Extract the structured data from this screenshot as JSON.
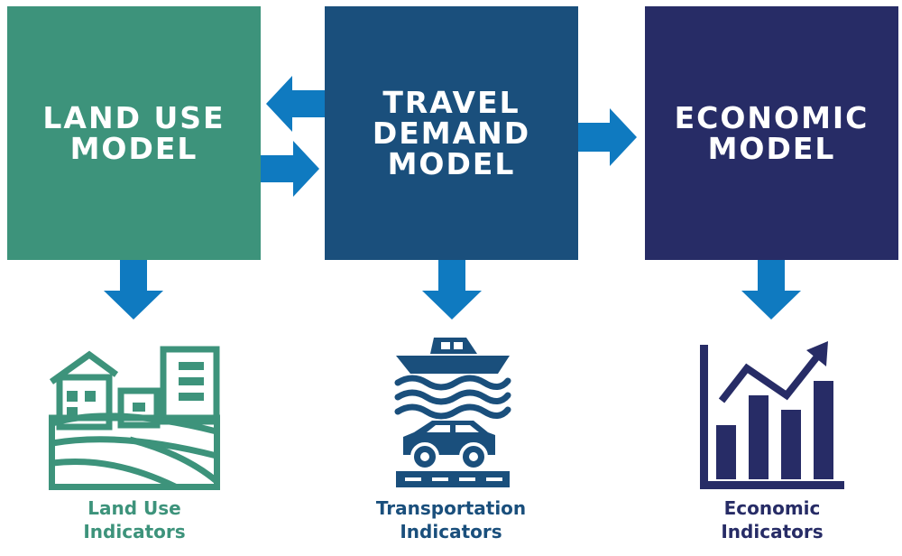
{
  "colors": {
    "land_use": "#3d937b",
    "travel": "#1a4f7c",
    "economic": "#272c66",
    "arrow": "#0f7ac0"
  },
  "boxes": {
    "land_use": {
      "line1": "LAND USE",
      "line2": "MODEL"
    },
    "travel": {
      "line1": "TRAVEL",
      "line2": "DEMAND",
      "line3": "MODEL"
    },
    "economic": {
      "line1": "ECONOMIC",
      "line2": "MODEL"
    }
  },
  "icons": {
    "land_use": "city-landscape-icon",
    "travel": "boat-and-car-icon",
    "economic": "bar-chart-growth-icon"
  },
  "captions": {
    "land_use": {
      "line1": "Land Use",
      "line2": "Indicators"
    },
    "travel": {
      "line1": "Transportation",
      "line2": "Indicators"
    },
    "economic": {
      "line1": "Economic",
      "line2": "Indicators"
    }
  }
}
